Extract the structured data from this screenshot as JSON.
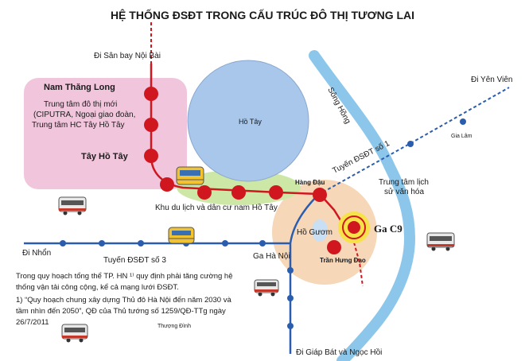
{
  "title": "HỆ THỐNG ĐSĐT TRONG CẤU TRÚC ĐÔ THỊ TƯƠNG LAI",
  "labels": {
    "airport": "Đi Sân bay Nội Bài",
    "nam_thang_long": "Nam Thăng Long",
    "center_line1": "Trung tâm đô thị mới",
    "center_line2": "(CIPUTRA, Ngoại giao đoàn,",
    "center_line3": "Trung tâm HC Tây Hồ Tây",
    "tay_ho_tay": "Tây Hồ Tây",
    "ho_tay": "Hồ Tây",
    "song_hong": "Sông Hồng",
    "yen_vien": "Đi Yên Viên",
    "gia_lam": "Gia Lâm",
    "line1": "Tuyến ĐSĐT số 1",
    "heritage_line1": "Trung tâm lịch",
    "heritage_line2": "sử văn hóa",
    "hang_dau": "Hàng Đậu",
    "south_lake": "Khu du lịch và dân cư nam Hồ Tây",
    "ho_guom": "Hồ Gươm",
    "ga_c9": "Ga C9",
    "nhon": "Đi Nhổn",
    "line3": "Tuyến ĐSĐT số 3",
    "ga_ha_noi": "Ga Hà Nội",
    "tran_hung_dao": "Trần Hưng Đạo",
    "thuong_dinh": "Thượng Đình",
    "giap_bat": "Đi Giáp Bát và Ngọc Hồi"
  },
  "note": {
    "line1": "Trong  quy hoạch tổng thể TP. HN ¹⁾ quy định phải tăng cường hệ",
    "line2": "thống vận tải công cộng, kể cả mạng lưới ĐSĐT.",
    "line3": " 1)  “Quy hoạch chung xây dựng Thủ đô Hà Nội đến năm 2030 và",
    "line4": "tầm nhìn đến 2050”, QĐ của Thủ tướng số 1259/QĐ-TTg ngày",
    "line5": "26/7/2011"
  },
  "colors": {
    "red_line": "#d0171f",
    "blue_line": "#2b5dae",
    "river": "#8cc7eb",
    "lake": "#a8c7ea",
    "pink_zone": "#f1c6dc",
    "green_zone": "#cde8a6",
    "orange_zone": "#f6d7b8",
    "title": "#1a3a8a"
  },
  "icons": [
    "bus-icon",
    "tram-icon"
  ]
}
